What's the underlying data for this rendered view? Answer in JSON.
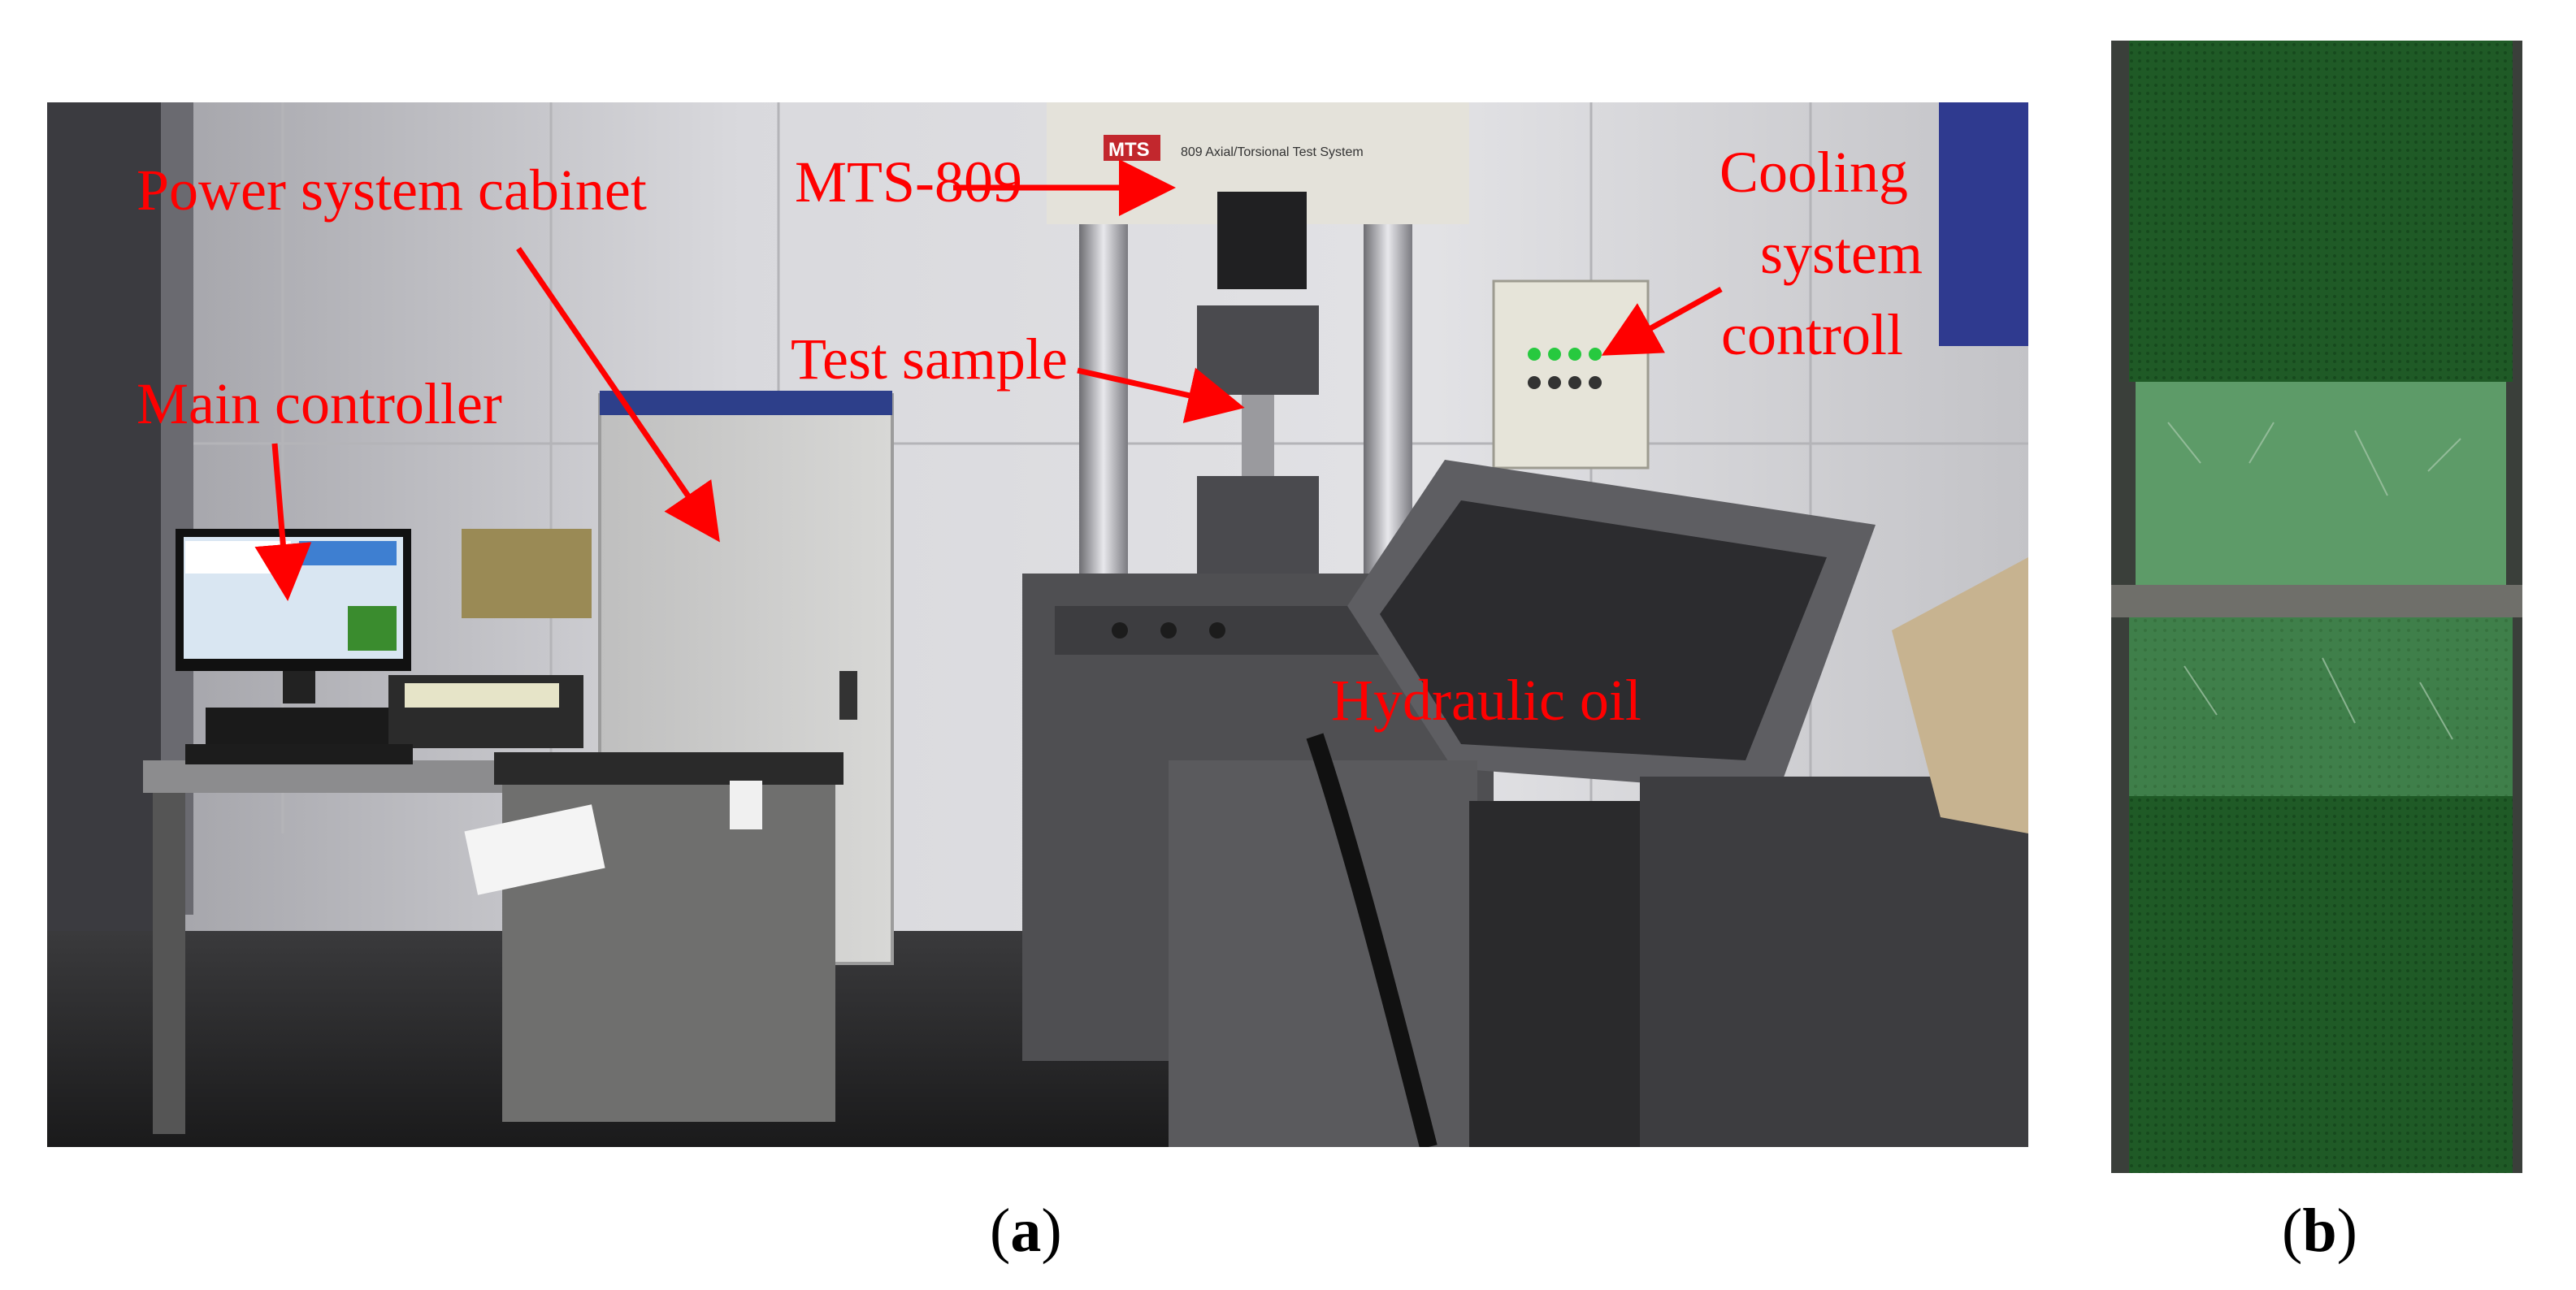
{
  "figure": {
    "panel_a": {
      "labels": {
        "power_cabinet": "Power system cabinet",
        "mts": "MTS-809",
        "cooling_line1": "Cooling",
        "cooling_line2": "system",
        "cooling_line3": "controll",
        "test_sample": "Test sample",
        "main_controller": "Main controller",
        "hydraulic_oil": "Hydraulic oil"
      },
      "machine_nameplate": "MTS",
      "machine_subtitle": "809 Axial/Torsional Test System",
      "caption_open": "(",
      "caption_letter": "a",
      "caption_close": ")"
    },
    "panel_b": {
      "caption_open": "(",
      "caption_letter": "b",
      "caption_close": ")"
    },
    "colors": {
      "annotation": "#ff0000",
      "wall": "#cfcfd3",
      "specimen_dark": "#1f5a26",
      "specimen_light": "#4f8f5c"
    }
  }
}
